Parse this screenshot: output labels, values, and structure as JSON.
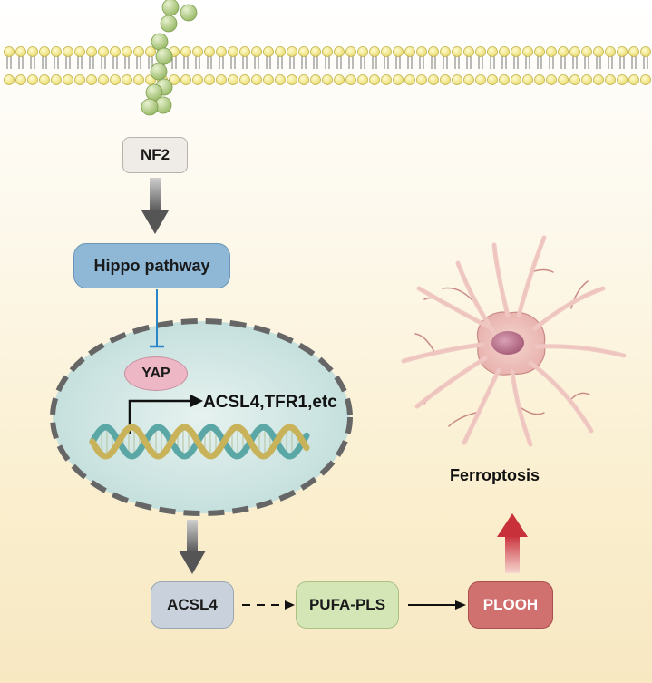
{
  "nodes": {
    "nf2": "NF2",
    "hippo": "Hippo pathway",
    "yap": "YAP",
    "target_genes": "ACSL4,TFR1,etc",
    "acsl4": "ACSL4",
    "pufa_pls": "PUFA-PLS",
    "plooh": "PLOOH",
    "ferroptosis": "Ferroptosis"
  },
  "colors": {
    "membrane_head": "#f0e68c",
    "receptor": "#b5cf8c",
    "nucleus": "#cfe6e4",
    "hippo_box": "#8fb8d6",
    "yap": "#eeb7c6",
    "acsl4_box": "#c9d2dc",
    "pufa_box": "#d5e6b6",
    "plooh_box": "#d0706f",
    "neuron": "#f0c7c2",
    "nucleus_cell": "#c47d95",
    "inhibition_line": "#2a86c8",
    "arrow_gray": "#5a5a5a",
    "arrow_red": "#c8303a"
  },
  "icons": {
    "membrane": "lipid-bilayer-icon",
    "receptor": "transmembrane-receptor-icon",
    "dna": "dna-helix-icon",
    "cell": "neuron-cell-icon"
  }
}
